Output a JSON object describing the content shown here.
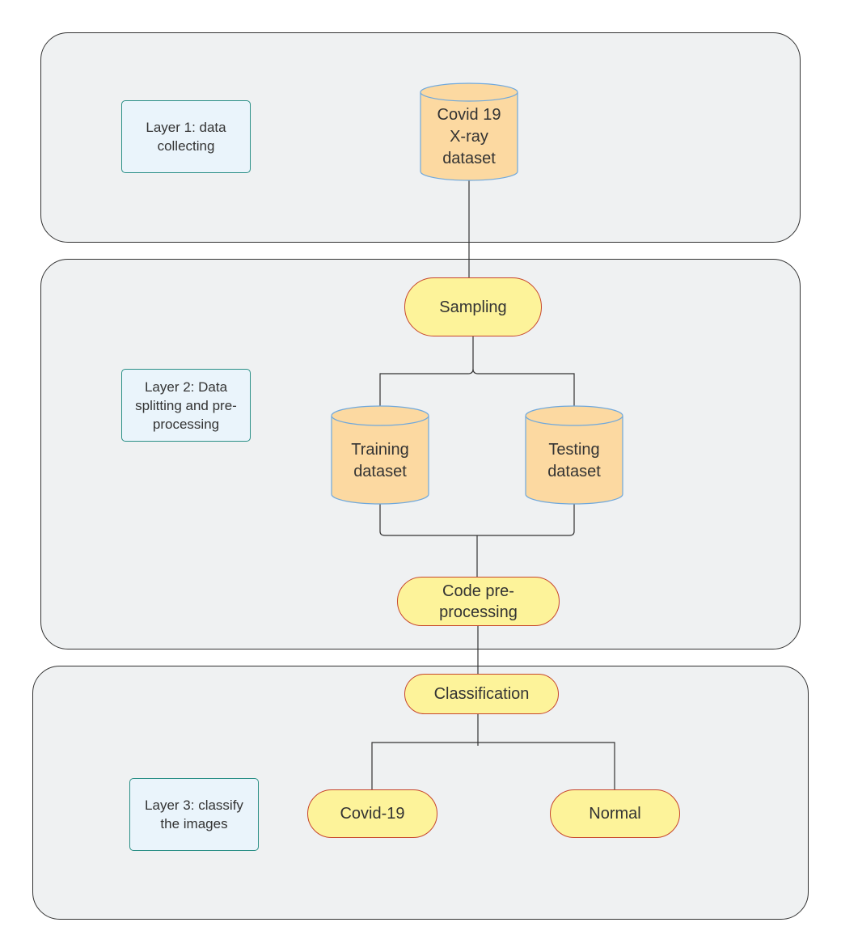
{
  "layers": [
    {
      "label": "Layer 1: data collecting"
    },
    {
      "label": "Layer 2: Data splitting and pre-processing"
    },
    {
      "label": "Layer 3: classify the images"
    }
  ],
  "nodes": {
    "dataset": "Covid 19 X-ray dataset",
    "sampling": "Sampling",
    "training": "Training dataset",
    "testing": "Testing dataset",
    "code_preprocessing": "Code pre-processing",
    "classification": "Classification",
    "covid": "Covid-19",
    "normal": "Normal"
  },
  "colors": {
    "panel_fill": "#eff1f2",
    "layer_box_fill": "#eaf4fb",
    "layer_box_border": "#2a8f86",
    "cylinder_fill": "#fcd9a1",
    "cylinder_border": "#6fa8dc",
    "pill_fill": "#fdf39a",
    "pill_border": "#c7462c",
    "line": "#333333"
  }
}
